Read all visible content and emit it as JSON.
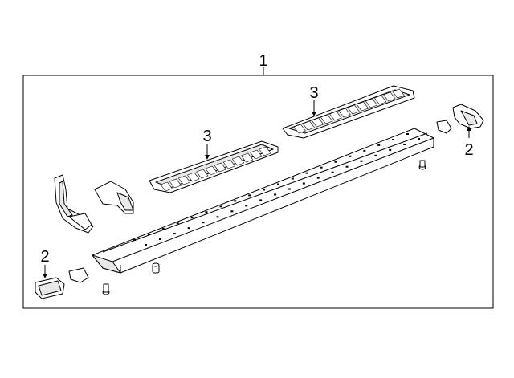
{
  "diagram": {
    "callouts": {
      "assembly": "1",
      "end_cap_right": "2",
      "end_cap_left": "2",
      "step_pad_rear": "3",
      "step_pad_front": "3"
    },
    "colors": {
      "line": "#000000",
      "background": "#ffffff",
      "shade": "#e9e9e9"
    }
  }
}
